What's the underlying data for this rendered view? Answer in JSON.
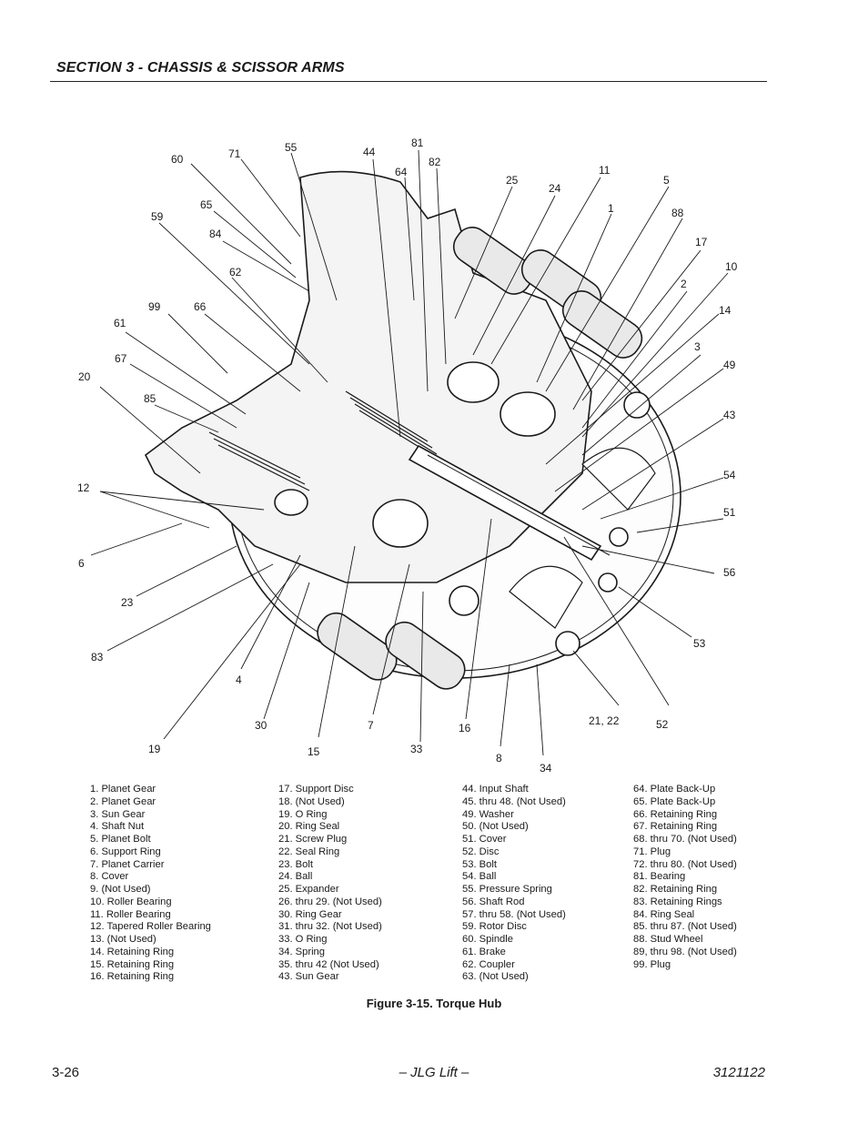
{
  "header": {
    "section_title": "SECTION 3 - CHASSIS & SCISSOR ARMS"
  },
  "figure": {
    "callouts": [
      "60",
      "71",
      "55",
      "44",
      "81",
      "64",
      "82",
      "25",
      "24",
      "11",
      "5",
      "1",
      "88",
      "17",
      "10",
      "2",
      "14",
      "3",
      "49",
      "43",
      "54",
      "51",
      "56",
      "53",
      "52",
      "21, 22",
      "34",
      "8",
      "16",
      "33",
      "7",
      "15",
      "30",
      "19",
      "4",
      "83",
      "23",
      "6",
      "12",
      "20",
      "85",
      "67",
      "61",
      "99",
      "66",
      "62",
      "84",
      "59",
      "65"
    ]
  },
  "legend": {
    "columns": [
      [
        "1.  Planet Gear",
        "2.  Planet Gear",
        "3.  Sun Gear",
        "4.  Shaft Nut",
        "5.  Planet Bolt",
        "6.  Support Ring",
        "7.  Planet Carrier",
        "8.  Cover",
        "9.  (Not Used)",
        "10.  Roller Bearing",
        "11.  Roller Bearing",
        "12.  Tapered Roller Bearing",
        "13.  (Not Used)",
        "14.  Retaining Ring",
        "15.  Retaining Ring",
        "16.  Retaining Ring"
      ],
      [
        "17.  Support Disc",
        "18.  (Not Used)",
        "19.  O Ring",
        "20.  Ring Seal",
        "21.  Screw Plug",
        "22.  Seal Ring",
        "23.  Bolt",
        "24.  Ball",
        "25.  Expander",
        "26. thru 29. (Not Used)",
        "30.  Ring Gear",
        "31. thru 32. (Not Used)",
        "33.  O Ring",
        "34.  Spring",
        "35. thru 42 (Not Used)",
        "43.  Sun Gear"
      ],
      [
        "44.  Input Shaft",
        "45. thru 48. (Not Used)",
        "49.  Washer",
        "50.  (Not Used)",
        "51.  Cover",
        "52.  Disc",
        "53.  Bolt",
        "54.  Ball",
        "55.  Pressure Spring",
        "56.  Shaft Rod",
        "57. thru 58. (Not Used)",
        "59.  Rotor Disc",
        "60.  Spindle",
        "61.  Brake",
        "62.  Coupler",
        "63.  (Not Used)"
      ],
      [
        "64.  Plate Back-Up",
        "65.  Plate Back-Up",
        "66.  Retaining Ring",
        "67.  Retaining Ring",
        "68. thru 70. (Not Used)",
        "71.  Plug",
        "72. thru 80. (Not Used)",
        "81.  Bearing",
        "82.  Retaining Ring",
        "83.  Retaining Rings",
        "84.  Ring Seal",
        "85. thru 87. (Not Used)",
        "88.  Stud Wheel",
        "89, thru 98. (Not Used)",
        "99.  Plug"
      ]
    ]
  },
  "caption": "Figure 3-15.  Torque Hub",
  "footer": {
    "page": "3-26",
    "center": "– JLG Lift –",
    "doc_number": "3121122"
  }
}
